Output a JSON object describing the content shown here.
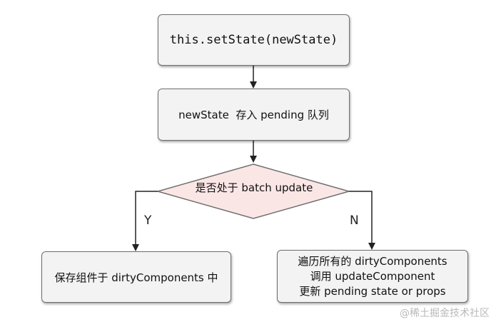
{
  "diagram": {
    "nodes": {
      "set_state": "this.setState(newState)",
      "push_queue": "newState  存入 pending 队列",
      "decision": "是否处于 batch update",
      "save_dirty": "保存组件于 dirtyComponents 中",
      "process": {
        "line1": "遍历所有的 dirtyComponents",
        "line2": "调用 updateComponent",
        "line3": "更新 pending state or props"
      }
    },
    "branches": {
      "yes": "Y",
      "no": "N"
    },
    "colors": {
      "box_fill": "#f3f3f3",
      "box_border": "#6f6f6f",
      "decision_fill": "#fbe6e6",
      "arrow": "#222222"
    }
  },
  "watermark": "@稀土掘金技术社区"
}
